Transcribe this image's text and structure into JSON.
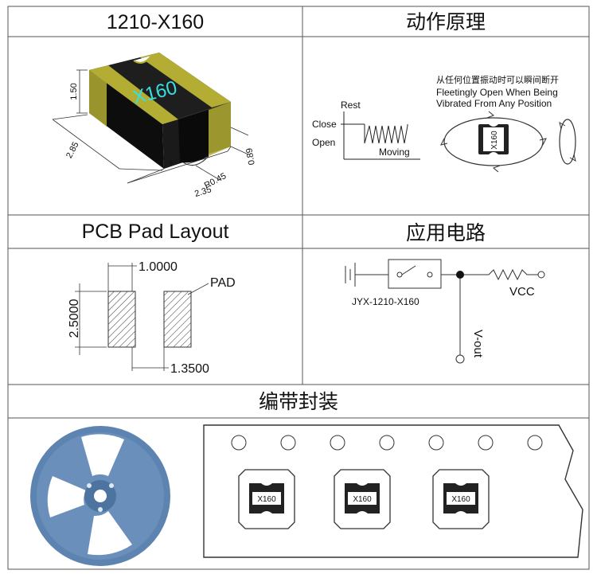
{
  "headers": {
    "part": "1210-X160",
    "principle": "动作原理",
    "pcb": "PCB Pad Layout",
    "circuit": "应用电路",
    "packaging": "编带封装"
  },
  "part_view": {
    "label": "X160",
    "dim_height": "1.50",
    "dim_depth": "2.85",
    "dim_width": "2.35",
    "dim_radius": "R0.45",
    "dim_notch": "0.89",
    "colors": {
      "body": "#1e1e1e",
      "side": "#0c0c0c",
      "terminal": "#b4ad33",
      "text": "#35e0e3"
    }
  },
  "principle": {
    "rest": "Rest",
    "close": "Close",
    "open": "Open",
    "moving": "Moving",
    "note_cn": "从任何位置振动时可以瞬间断开",
    "note_en_1": "Fleetingly Open When Being",
    "note_en_2": "Vibrated From Any Position",
    "chip_label": "X160"
  },
  "pcb": {
    "dim_gap": "1.0000",
    "dim_height": "2.5000",
    "dim_pitch": "1.3500",
    "pad_label": "PAD"
  },
  "circuit": {
    "part": "JYX-1210-X160",
    "vcc": "VCC",
    "vout": "V-out"
  },
  "packaging": {
    "chip_labels": [
      "X160",
      "X160",
      "X160"
    ],
    "reel_color": "#5d84b1"
  }
}
